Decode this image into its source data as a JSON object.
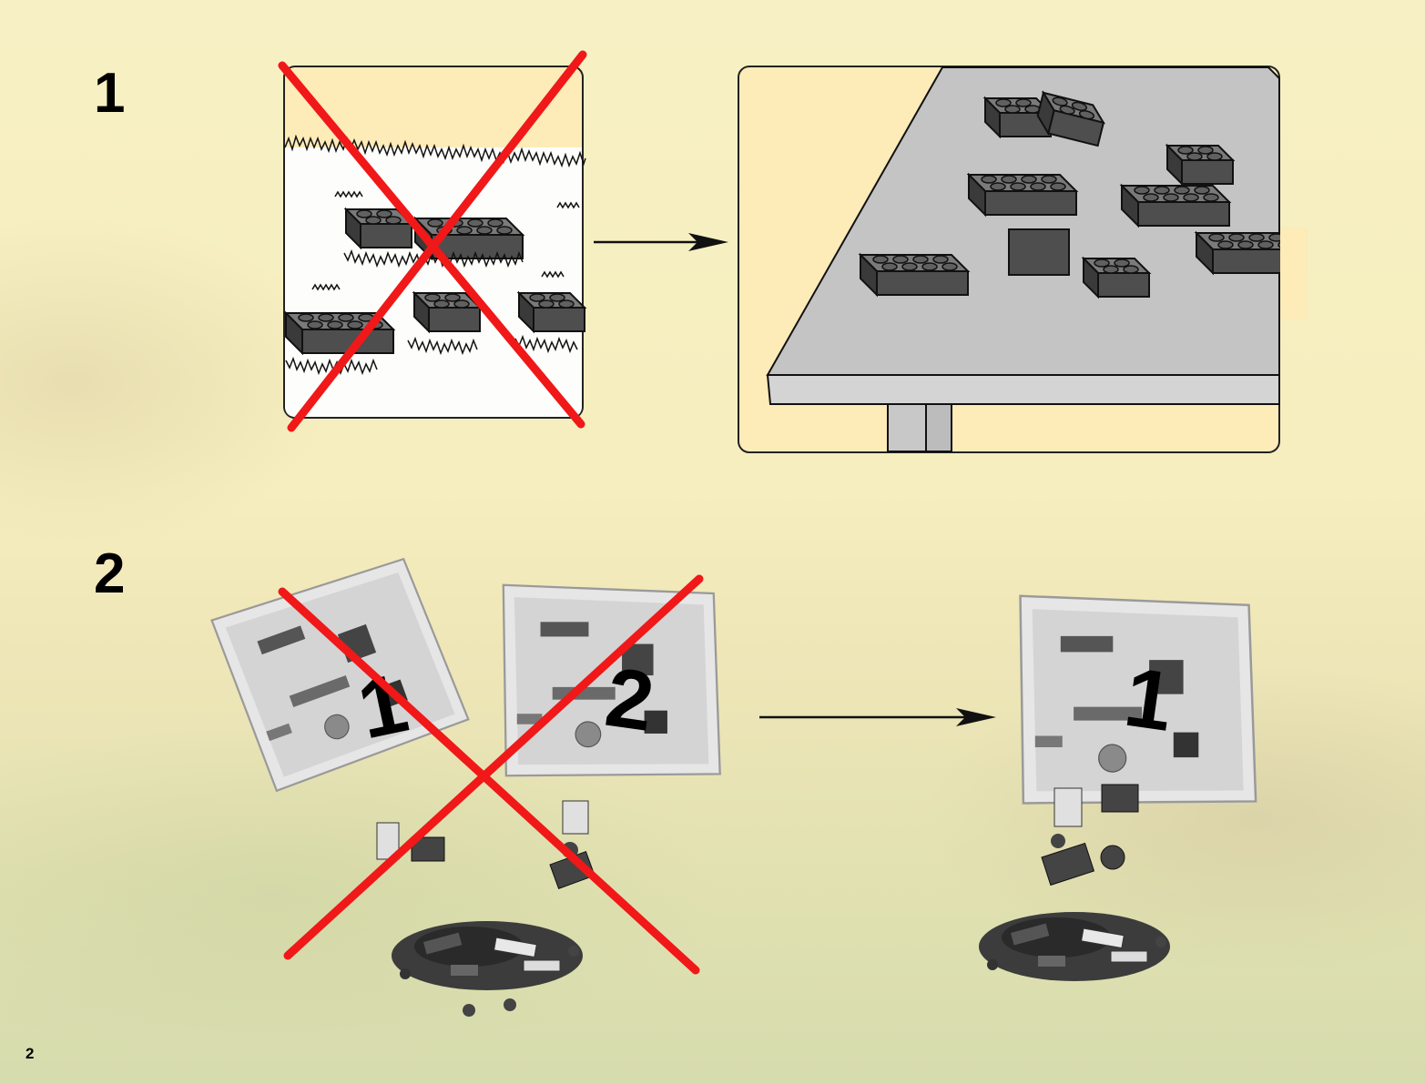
{
  "steps": [
    {
      "number": "1"
    },
    {
      "number": "2"
    }
  ],
  "bags": {
    "left_bag_number": "1",
    "middle_bag_number": "2",
    "right_bag_number": "1"
  },
  "page_number": "2",
  "colors": {
    "cross": "#f01818",
    "panel_fill": "#fdebb8",
    "table_top": "#c4c4c4",
    "brick": "#5c5c5c"
  },
  "icons": [
    "wrong-cross-icon",
    "arrow-right-icon",
    "brick-icon",
    "parts-bag-icon"
  ]
}
